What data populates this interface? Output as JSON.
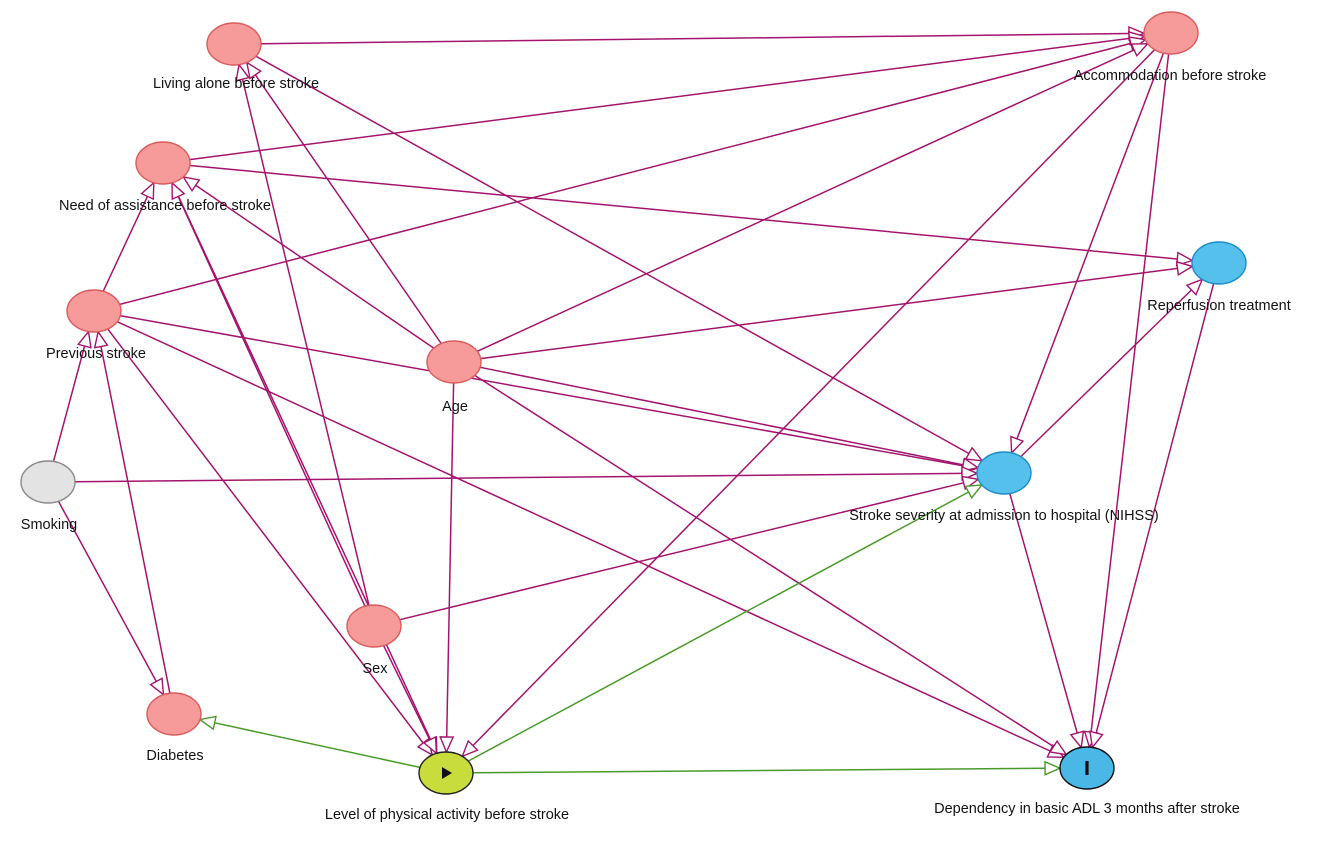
{
  "diagram": {
    "type": "causal-dag",
    "colors": {
      "ancestor_node": "#f79a9a",
      "ancestor_stroke": "#d85d5d",
      "outcome_ancestor_node": "#55c0ec",
      "outcome_ancestor_stroke": "#1d8dc4",
      "unobserved_node": "#e3e3e3",
      "unobserved_stroke": "#8a8a8a",
      "exposure_node": "#c8dc3c",
      "exposure_stroke": "#222222",
      "outcome_node": "#4ab8e6",
      "outcome_stroke": "#111111",
      "biasing_edge": "#a3146e",
      "causal_edge": "#4a9a2a"
    },
    "nodes": [
      {
        "id": "living_alone",
        "label": "Living alone before stroke",
        "role": "ancestor"
      },
      {
        "id": "accommodation",
        "label": "Accommodation before stroke",
        "role": "ancestor"
      },
      {
        "id": "need_assistance",
        "label": "Need of assistance before stroke",
        "role": "ancestor"
      },
      {
        "id": "reperfusion",
        "label": "Reperfusion treatment",
        "role": "outcome-ancestor"
      },
      {
        "id": "previous_stroke",
        "label": "Previous stroke",
        "role": "ancestor"
      },
      {
        "id": "age",
        "label": "Age",
        "role": "ancestor"
      },
      {
        "id": "smoking",
        "label": "Smoking",
        "role": "unobserved"
      },
      {
        "id": "stroke_severity",
        "label": "Stroke severity at admission to hospital (NIHSS)",
        "role": "outcome-ancestor"
      },
      {
        "id": "sex",
        "label": "Sex",
        "role": "ancestor"
      },
      {
        "id": "diabetes",
        "label": "Diabetes",
        "role": "ancestor"
      },
      {
        "id": "physical_activity",
        "label": "Level of physical activity before stroke",
        "role": "exposure",
        "icon": "play-icon"
      },
      {
        "id": "dependency_adl",
        "label": "Dependency in basic ADL 3 months after stroke",
        "role": "outcome",
        "icon": "outcome-bar-icon"
      }
    ],
    "edges": [
      {
        "from": "living_alone",
        "to": "accommodation",
        "kind": "biasing"
      },
      {
        "from": "living_alone",
        "to": "stroke_severity",
        "kind": "biasing"
      },
      {
        "from": "need_assistance",
        "to": "accommodation",
        "kind": "biasing"
      },
      {
        "from": "need_assistance",
        "to": "reperfusion",
        "kind": "biasing"
      },
      {
        "from": "need_assistance",
        "to": "physical_activity",
        "kind": "biasing"
      },
      {
        "from": "previous_stroke",
        "to": "need_assistance",
        "kind": "biasing"
      },
      {
        "from": "previous_stroke",
        "to": "accommodation",
        "kind": "biasing"
      },
      {
        "from": "previous_stroke",
        "to": "stroke_severity",
        "kind": "biasing"
      },
      {
        "from": "previous_stroke",
        "to": "dependency_adl",
        "kind": "biasing"
      },
      {
        "from": "previous_stroke",
        "to": "physical_activity",
        "kind": "biasing"
      },
      {
        "from": "age",
        "to": "living_alone",
        "kind": "biasing"
      },
      {
        "from": "age",
        "to": "need_assistance",
        "kind": "biasing"
      },
      {
        "from": "age",
        "to": "accommodation",
        "kind": "biasing"
      },
      {
        "from": "age",
        "to": "reperfusion",
        "kind": "biasing"
      },
      {
        "from": "age",
        "to": "stroke_severity",
        "kind": "biasing"
      },
      {
        "from": "age",
        "to": "dependency_adl",
        "kind": "biasing"
      },
      {
        "from": "age",
        "to": "physical_activity",
        "kind": "biasing"
      },
      {
        "from": "smoking",
        "to": "previous_stroke",
        "kind": "biasing"
      },
      {
        "from": "smoking",
        "to": "stroke_severity",
        "kind": "biasing"
      },
      {
        "from": "smoking",
        "to": "diabetes",
        "kind": "biasing"
      },
      {
        "from": "sex",
        "to": "living_alone",
        "kind": "biasing"
      },
      {
        "from": "sex",
        "to": "need_assistance",
        "kind": "biasing"
      },
      {
        "from": "sex",
        "to": "stroke_severity",
        "kind": "biasing"
      },
      {
        "from": "sex",
        "to": "physical_activity",
        "kind": "biasing"
      },
      {
        "from": "diabetes",
        "to": "previous_stroke",
        "kind": "biasing"
      },
      {
        "from": "accommodation",
        "to": "stroke_severity",
        "kind": "biasing"
      },
      {
        "from": "accommodation",
        "to": "dependency_adl",
        "kind": "biasing"
      },
      {
        "from": "accommodation",
        "to": "physical_activity",
        "kind": "biasing"
      },
      {
        "from": "stroke_severity",
        "to": "reperfusion",
        "kind": "biasing"
      },
      {
        "from": "stroke_severity",
        "to": "dependency_adl",
        "kind": "biasing"
      },
      {
        "from": "reperfusion",
        "to": "dependency_adl",
        "kind": "biasing"
      },
      {
        "from": "physical_activity",
        "to": "diabetes",
        "kind": "causal"
      },
      {
        "from": "physical_activity",
        "to": "stroke_severity",
        "kind": "causal"
      },
      {
        "from": "physical_activity",
        "to": "dependency_adl",
        "kind": "causal"
      }
    ]
  }
}
